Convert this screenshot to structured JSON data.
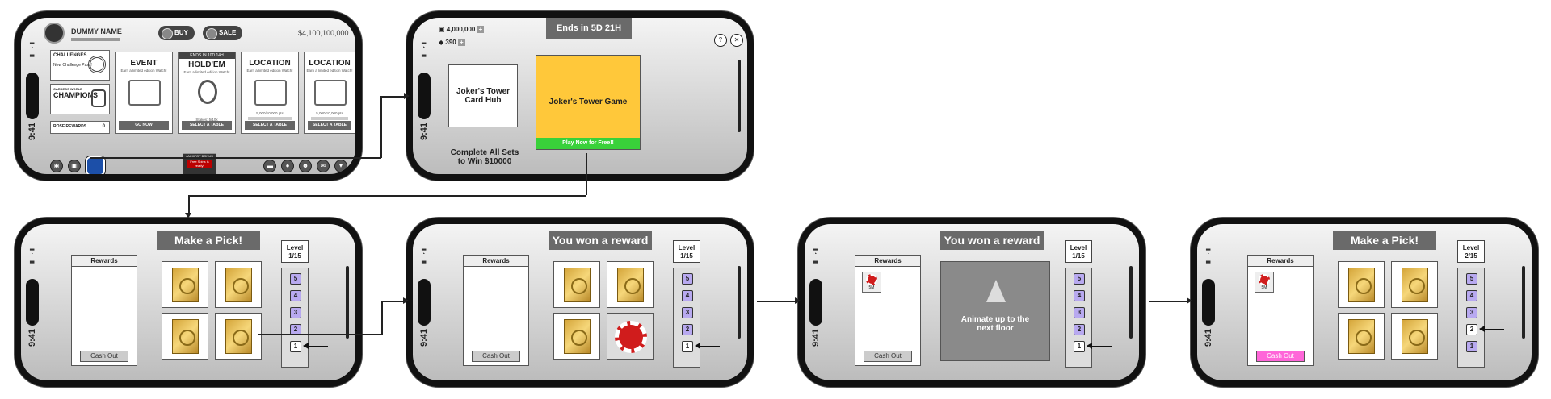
{
  "phone1": {
    "user": "DUMMY NAME",
    "buy": "BUY",
    "sale": "SALE",
    "balance": "$4,100,100,000",
    "challenges": "CHALLENGES",
    "new_pass": "New Challenge Pass!",
    "champions_top": "CARDEDS WORLD",
    "champions": "CHAMPIONS",
    "rose_rewards": "ROSE REWARDS",
    "rose_count": "0",
    "tiles": [
      {
        "title": "EVENT",
        "sub": "Earn a limited edition Watch!",
        "btn": "GO NOW",
        "badge": ""
      },
      {
        "title": "HOLD'EM",
        "sub": "Earn a limited edition Watch!",
        "btn": "SELECT A TABLE",
        "badge": "ENDS IN 10D 14H"
      },
      {
        "title": "LOCATION",
        "sub": "Earn a limited edition Watch!",
        "btn": "SELECT A TABLE",
        "badge": ""
      },
      {
        "title": "LOCATION",
        "sub": "Earn a limited edition Watch!",
        "btn": "SELECT A TABLE",
        "badge": ""
      }
    ],
    "stakes": "Stakes: 5/10k",
    "stakes2": "5,000/10,000 pts",
    "promo_title": "JACKPOT BONUS",
    "promo_sub": "Free Spins is ready!",
    "time": "9:41"
  },
  "phone2": {
    "banner": "Ends in 5D 21H",
    "chips": "4,000,000",
    "gems": "390",
    "hub": "Joker's Tower Card Hub",
    "game": "Joker's Tower Game",
    "play": "Play Now for Free!!",
    "complete": "Complete All Sets to Win $10000",
    "help": "?",
    "close": "✕",
    "time": "9:41"
  },
  "phone3": {
    "banner": "Make a Pick!",
    "rewards": "Rewards",
    "cash": "Cash Out",
    "level": "Level",
    "level_val": "1/15",
    "time": "9:41"
  },
  "phone4": {
    "banner": "You won a reward",
    "rewards": "Rewards",
    "cash": "Cash Out",
    "level": "Level",
    "level_val": "1/15",
    "time": "9:41"
  },
  "phone5": {
    "banner": "You won a reward",
    "rewards": "Rewards",
    "cash": "Cash Out",
    "level": "Level",
    "level_val": "1/15",
    "animate": "Animate up to the next floor",
    "chip_label": "5M",
    "time": "9:41"
  },
  "phone6": {
    "banner": "Make a Pick!",
    "rewards": "Rewards",
    "cash": "Cash Out",
    "level": "Level",
    "level_val": "2/15",
    "chip_label": "5M",
    "time": "9:41"
  },
  "rungs": [
    "5",
    "4",
    "3",
    "2",
    "1"
  ],
  "colors": {
    "rung": "#b8a9f0",
    "pink": "#ff66d9",
    "yellow": "#ffc83a",
    "green": "#39d13a",
    "chip": "#d01c1c"
  }
}
